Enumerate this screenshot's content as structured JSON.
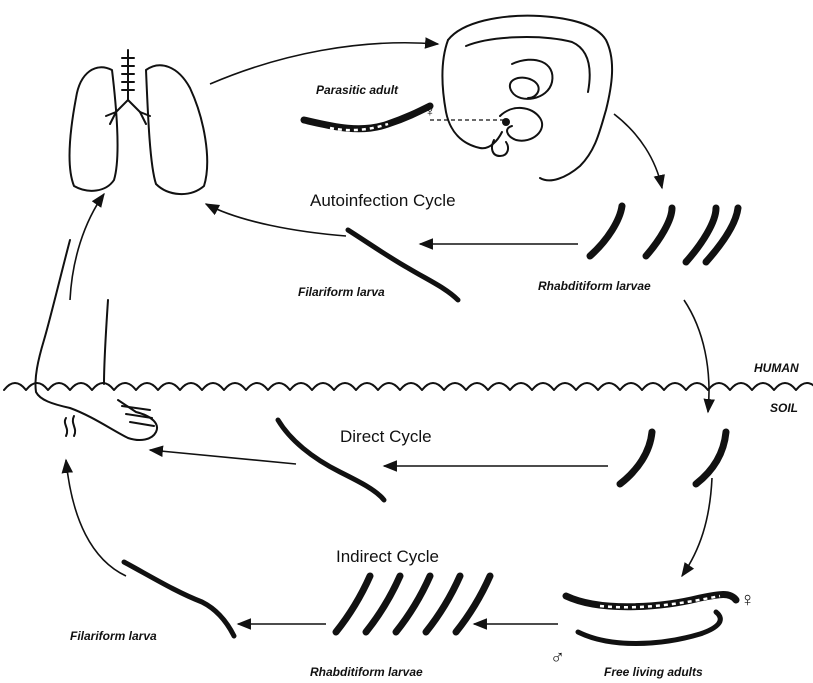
{
  "labels": {
    "parasitic_adult": "Parasitic adult",
    "autoinfection_cycle": "Autoinfection Cycle",
    "filariform_larva_top": "Filariform larva",
    "rhabditiform_larvae_top": "Rhabditiform larvae",
    "human": "HUMAN",
    "soil": "SOIL",
    "direct_cycle": "Direct Cycle",
    "indirect_cycle": "Indirect Cycle",
    "filariform_larva_bottom": "Filariform larva",
    "rhabditiform_larvae_bottom": "Rhabditiform larvae",
    "free_living_adults": "Free living adults",
    "female_symbol_parasitic": "♀",
    "female_symbol_free": "♀",
    "male_symbol_free": "♂"
  },
  "icons": [
    "lungs-icon",
    "intestine-icon",
    "foot-icon",
    "worm-icon"
  ],
  "colors": {
    "ink": "#111111",
    "background": "#ffffff"
  }
}
